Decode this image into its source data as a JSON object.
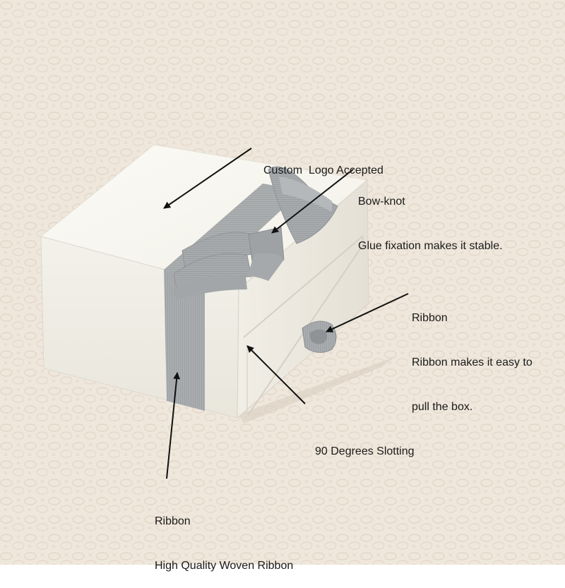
{
  "annotations": {
    "logo": {
      "title": "Custom  Logo Accepted"
    },
    "bow": {
      "title": "Bow-knot",
      "detail": "Glue fixation makes it stable."
    },
    "pull_ribbon": {
      "title": "Ribbon",
      "detail_line1": "Ribbon makes it easy to",
      "detail_line2": "pull the box."
    },
    "slotting": {
      "title": "90 Degrees Slotting"
    },
    "woven_ribbon": {
      "title": "Ribbon",
      "detail": "High Quality Woven Ribbon"
    }
  },
  "colors": {
    "background": "#efe7dc",
    "box_white": "#f7f5ee",
    "ribbon_gray": "#a9adaf",
    "arrow": "#111111"
  }
}
